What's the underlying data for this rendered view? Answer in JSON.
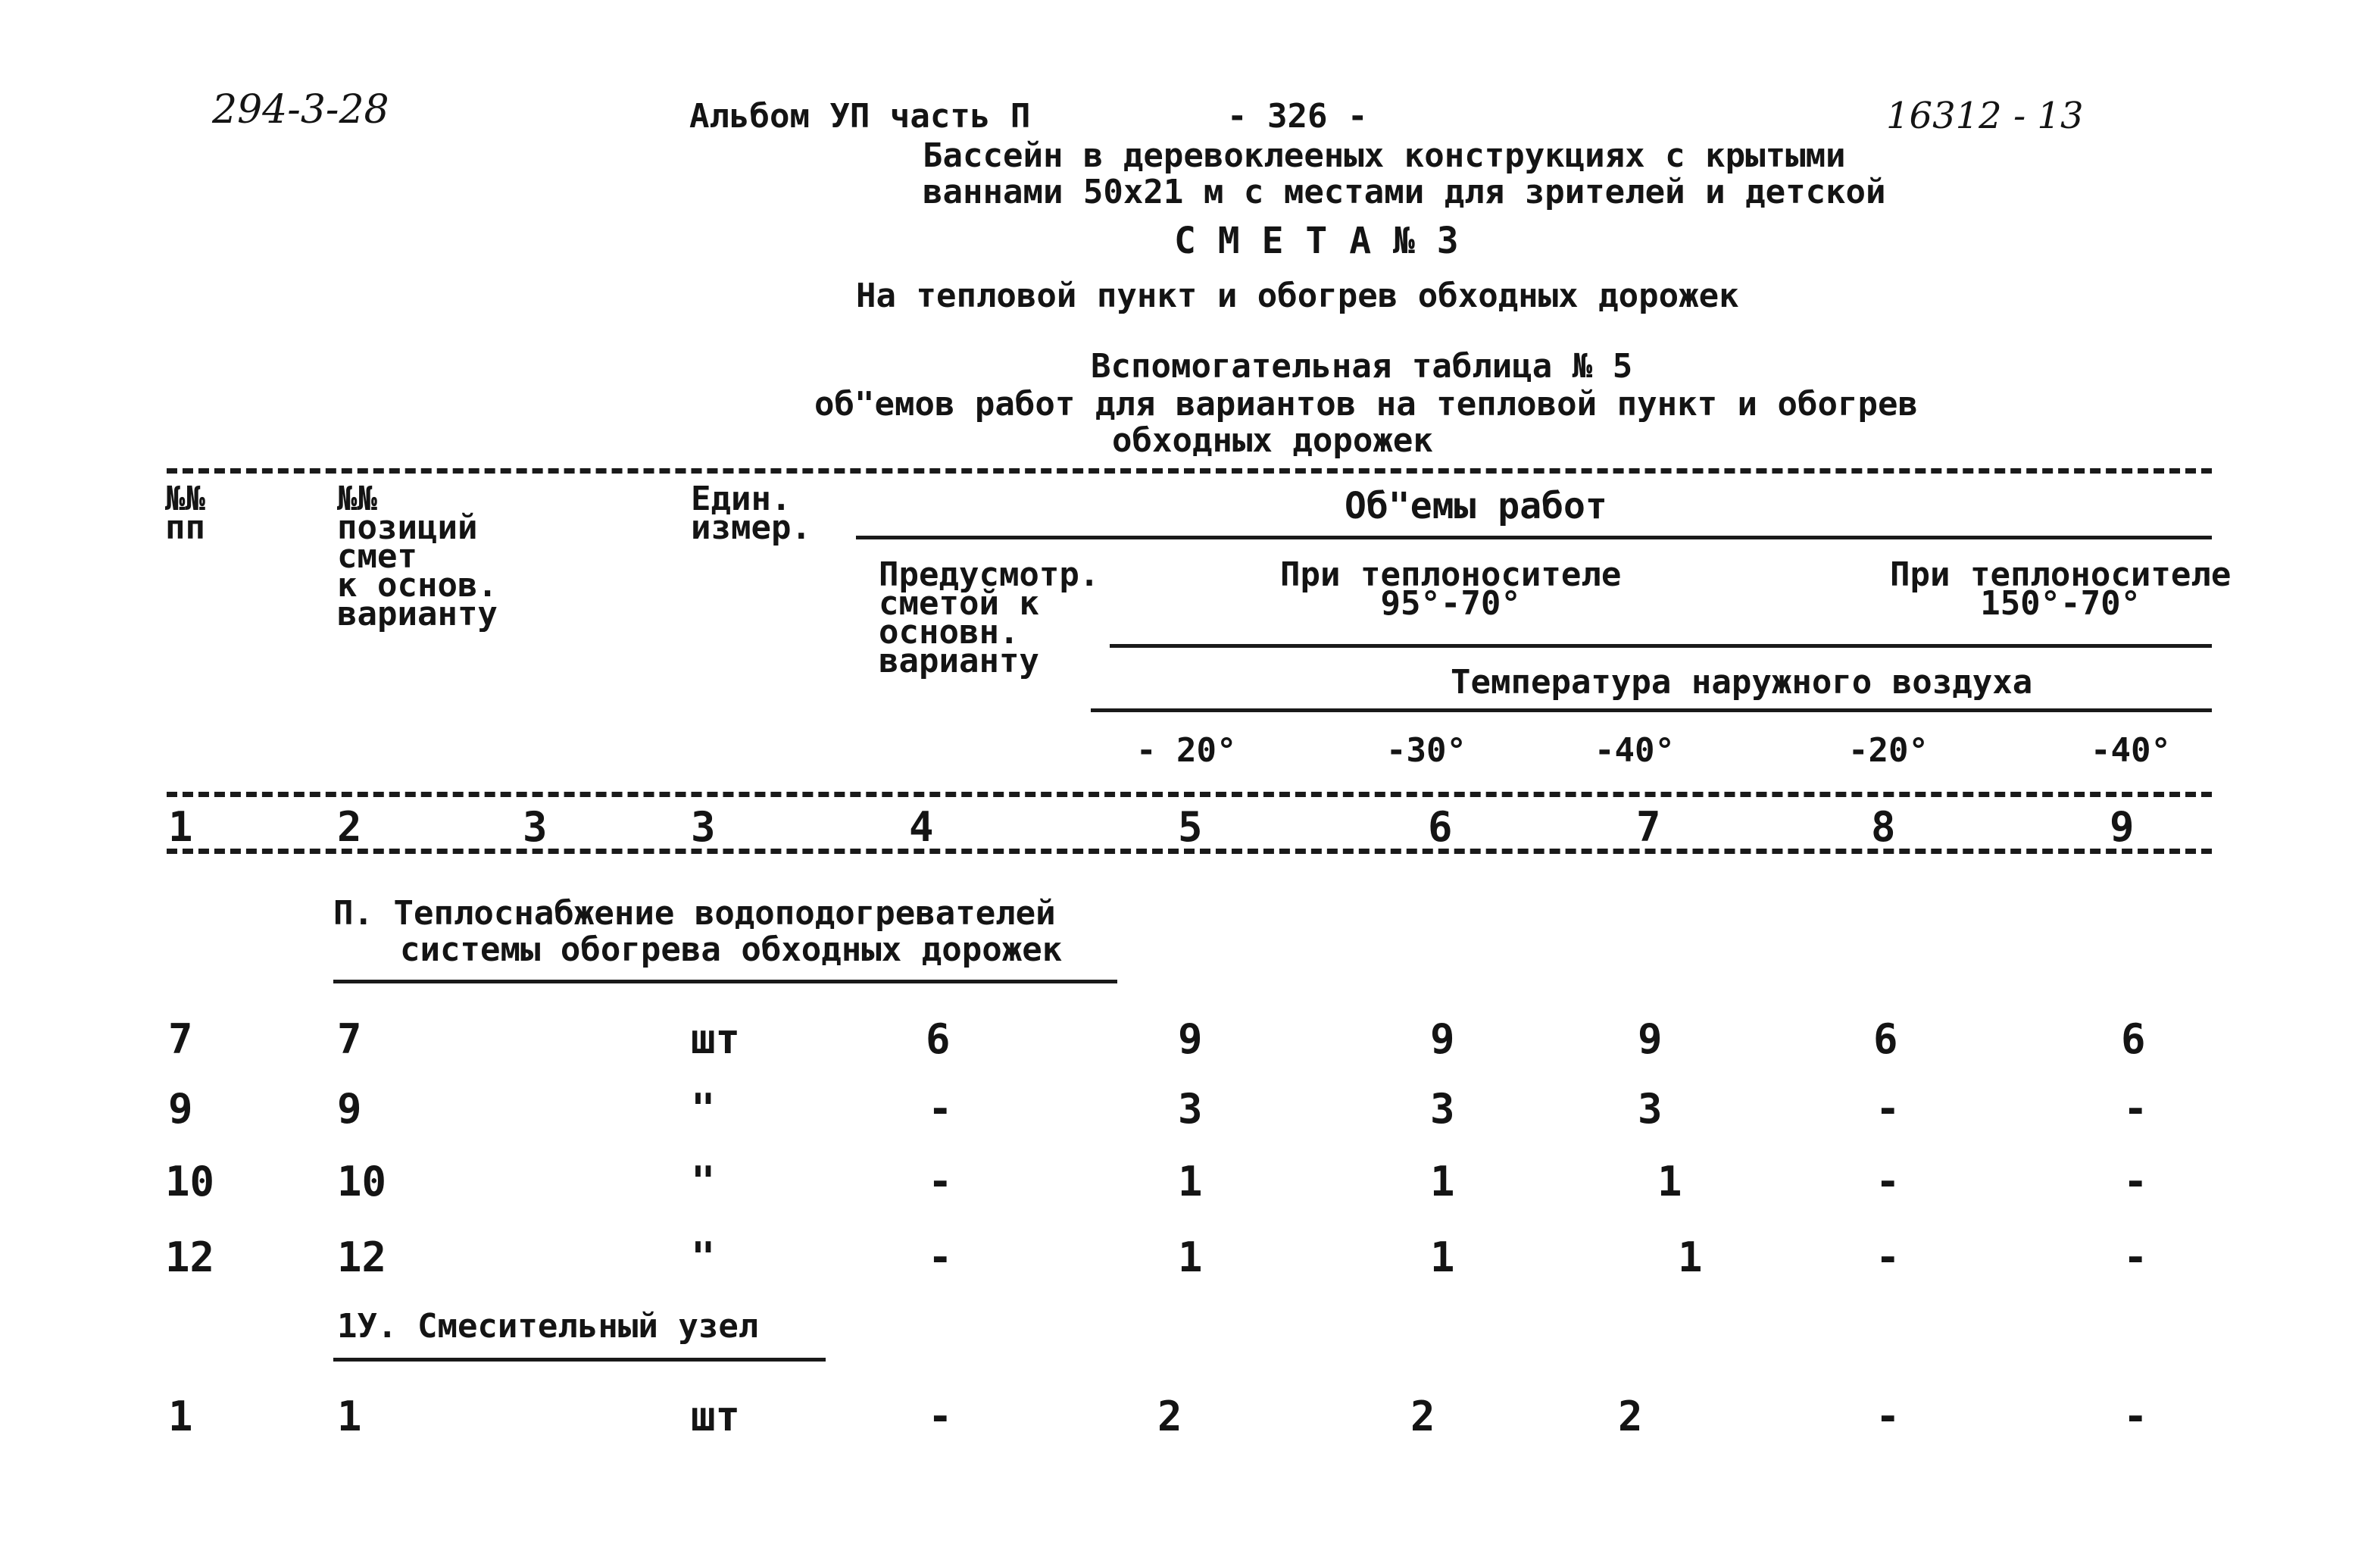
{
  "header": {
    "left_code": "294-3-28",
    "album": "Альбом УП  часть П",
    "page_number": "- 326 -",
    "right_code": "16312 - 13",
    "subtitle_line1": "Бассейн  в деревоклееных конструкциях с крытыми",
    "subtitle_line2": "ваннами 50х21 м с местами для зрителей и детской",
    "doc_type": "С М Е Т А  № 3",
    "doc_subject": "На тепловой пункт и обогрев обходных дорожек",
    "table_title": "Вспомогательная таблица № 5",
    "table_desc_line1": "об\"емов работ для вариантов на тепловой пункт и обогрев",
    "table_desc_line2": "обходных дорожек"
  },
  "columns": {
    "num": "№№\nпп",
    "position": "№№\nпозиций\nсмет\nк основ.\nварианту",
    "unit": "Един.\nизмер.",
    "volumes": "Об\"емы работ",
    "provided": "Предусмотр.\nсметой к\nосновн.\nварианту",
    "carrier_95": "При теплоносителе\n95°-70°",
    "carrier_150": "При теплоносителе\n150°-70°",
    "outdoor_temp": "Температура наружного воздуха",
    "temps": [
      "- 20°",
      "-30°",
      "-40°",
      "-20°",
      "-40°"
    ],
    "index_row": [
      "1",
      "2",
      "3",
      "3",
      "4",
      "5",
      "6",
      "7",
      "8",
      "9"
    ]
  },
  "sections": [
    {
      "title_line1": "П. Теплоснабжение водоподогревателей",
      "title_line2": "системы обогрева обходных дорожек",
      "rows": [
        [
          "7",
          "7",
          "шт",
          "6",
          "9",
          "9",
          "9",
          "6",
          "6"
        ],
        [
          "9",
          "9",
          "\"",
          "-",
          "3",
          "3",
          "3",
          "-",
          "-"
        ],
        [
          "10",
          "10",
          "\"",
          "-",
          "1",
          "1",
          "1",
          "-",
          "-"
        ],
        [
          "12",
          "12",
          "\"",
          "-",
          "1",
          "1",
          "1",
          "-",
          "-"
        ]
      ]
    },
    {
      "title_line1": "1У. Смесительный узел",
      "rows": [
        [
          "1",
          "1",
          "шт",
          "-",
          "2",
          "2",
          "2",
          "-",
          "-"
        ]
      ]
    }
  ]
}
